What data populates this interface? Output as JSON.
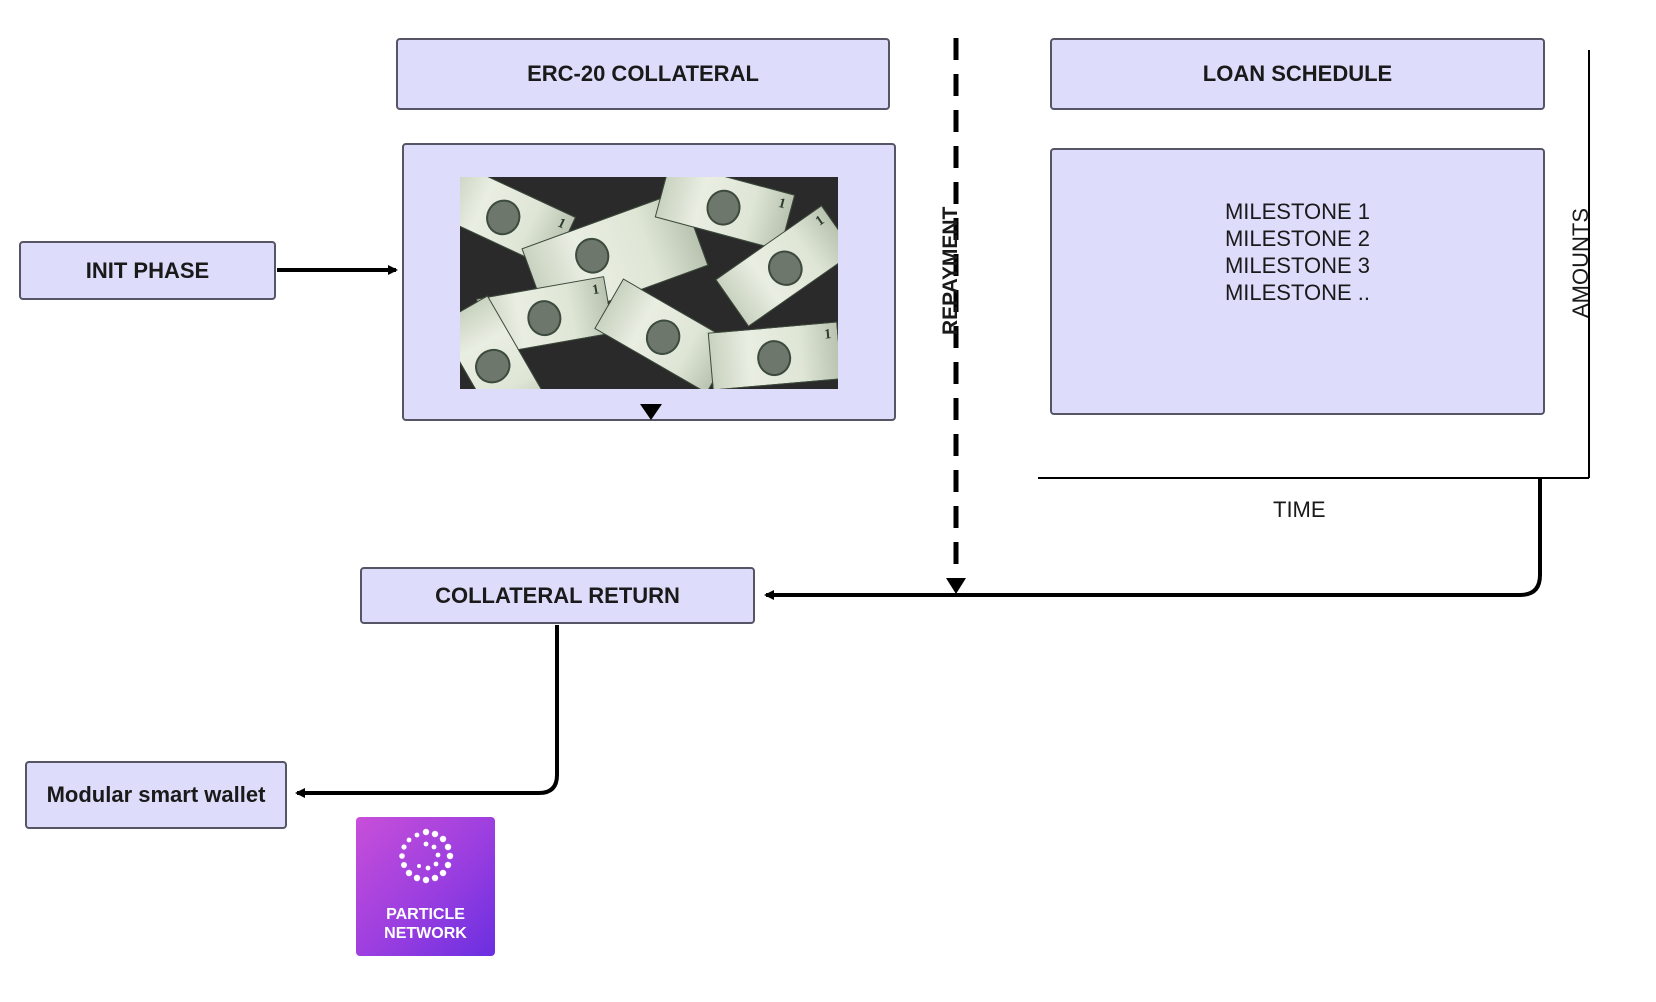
{
  "nodes": {
    "init_phase": "INIT PHASE",
    "erc20_collateral": "ERC-20 COLLATERAL",
    "loan_schedule": "LOAN SCHEDULE",
    "collateral_return": "COLLATERAL RETURN",
    "modular_wallet": "Modular smart wallet"
  },
  "milestones": [
    "MILESTONE 1",
    "MILESTONE 2",
    "MILESTONE 3",
    "MILESTONE .."
  ],
  "labels": {
    "repayment": "REPAYMENT",
    "amounts": "AMOUNTS",
    "time": "TIME"
  },
  "logo": {
    "line1": "PARTICLE",
    "line2": "NETWORK"
  },
  "colors": {
    "box_fill": "#dddcfb",
    "box_border": "#555566",
    "logo_gradient_start": "#c84fd9",
    "logo_gradient_end": "#6a2fe0"
  }
}
